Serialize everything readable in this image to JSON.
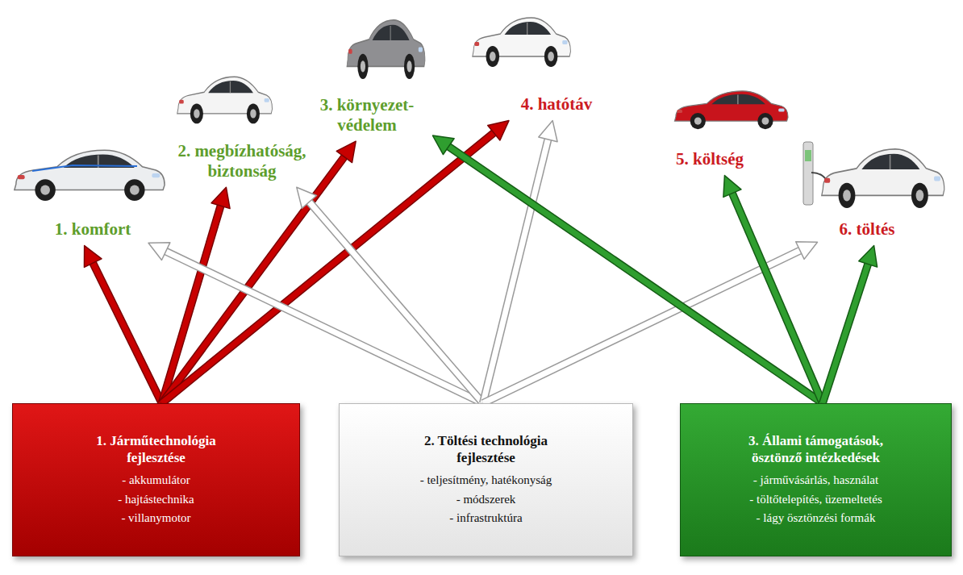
{
  "diagram": {
    "nodes": [
      {
        "text": [
          "1. komfort"
        ]
      },
      {
        "text": [
          "2. megbízhatóság, biztonság"
        ]
      },
      {
        "text": [
          "3. környezet- védelem"
        ]
      },
      {
        "text": [
          "4. hatótáv"
        ]
      },
      {
        "text": [
          "5. költség"
        ]
      },
      {
        "text": [
          "6. töltés"
        ]
      },
      {
        "text": [
          "1. Járműtechnológia fejlesztése",
          "- akkumulátor",
          "- hajtástechnika",
          "- villanymotor"
        ]
      },
      {
        "text": [
          "2. Töltési technológia fejlesztése",
          "- teljesítmény, hatékonyság",
          "- módszerek",
          "- infrastruktúra"
        ]
      },
      {
        "text": [
          "3. Állami támogatások, ösztönző intézkedések",
          "- járművásárlás, használat",
          "- töltőtelepítés, üzemeltetés",
          "- lágy ösztönzési formák"
        ]
      }
    ],
    "edges": [
      {
        "from": 6,
        "to": 0,
        "arrow": "to"
      },
      {
        "from": 6,
        "to": 1,
        "arrow": "to"
      },
      {
        "from": 6,
        "to": 2,
        "arrow": "to"
      },
      {
        "from": 6,
        "to": 3,
        "arrow": "to"
      },
      {
        "from": 7,
        "to": 0,
        "arrow": "to"
      },
      {
        "from": 7,
        "to": 1,
        "arrow": "to"
      },
      {
        "from": 7,
        "to": 3,
        "arrow": "to"
      },
      {
        "from": 7,
        "to": 5,
        "arrow": "to"
      },
      {
        "from": 8,
        "to": 2,
        "arrow": "to"
      },
      {
        "from": 8,
        "to": 4,
        "arrow": "to"
      },
      {
        "from": 8,
        "to": 5,
        "arrow": "to"
      }
    ]
  }
}
